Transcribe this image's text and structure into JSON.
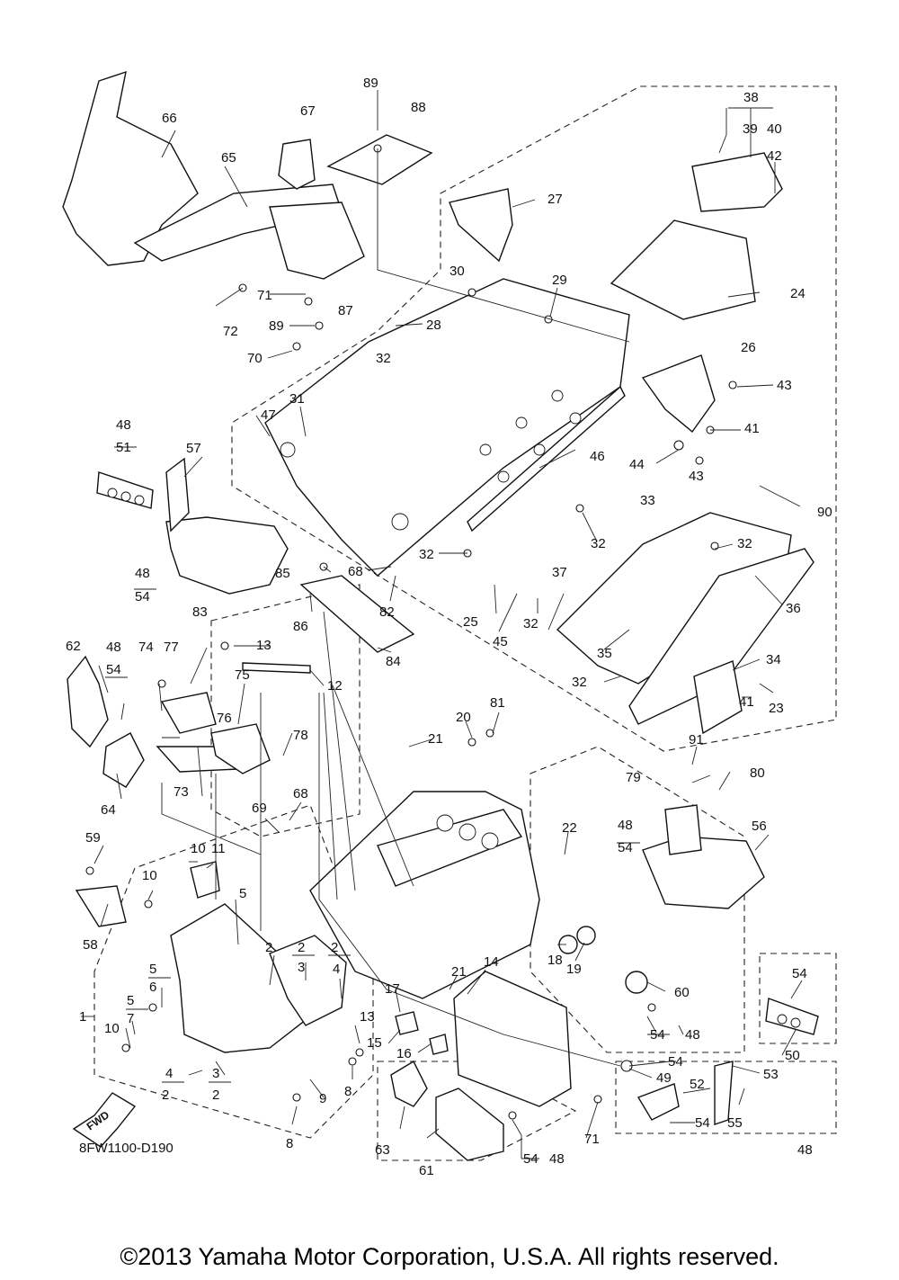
{
  "diagram": {
    "drawing_code": "8FW1100-D190",
    "copyright": "©2013 Yamaha Motor Corporation, U.S.A. All rights reserved.",
    "fwd_label": "FWD",
    "callouts": [
      "1",
      "2",
      "3",
      "4",
      "5",
      "6",
      "7",
      "8",
      "9",
      "10",
      "11",
      "12",
      "13",
      "14",
      "15",
      "16",
      "17",
      "18",
      "19",
      "20",
      "21",
      "22",
      "23",
      "24",
      "25",
      "26",
      "27",
      "28",
      "29",
      "30",
      "31",
      "32",
      "33",
      "34",
      "35",
      "36",
      "37",
      "38",
      "39",
      "40",
      "41",
      "42",
      "43",
      "44",
      "45",
      "46",
      "47",
      "48",
      "49",
      "50",
      "51",
      "52",
      "53",
      "54",
      "55",
      "56",
      "57",
      "58",
      "59",
      "60",
      "61",
      "62",
      "63",
      "64",
      "65",
      "66",
      "67",
      "68",
      "69",
      "70",
      "71",
      "72",
      "73",
      "74",
      "75",
      "76",
      "77",
      "78",
      "79",
      "80",
      "81",
      "82",
      "83",
      "84",
      "85",
      "86",
      "87",
      "88",
      "89",
      "90",
      "91"
    ]
  }
}
